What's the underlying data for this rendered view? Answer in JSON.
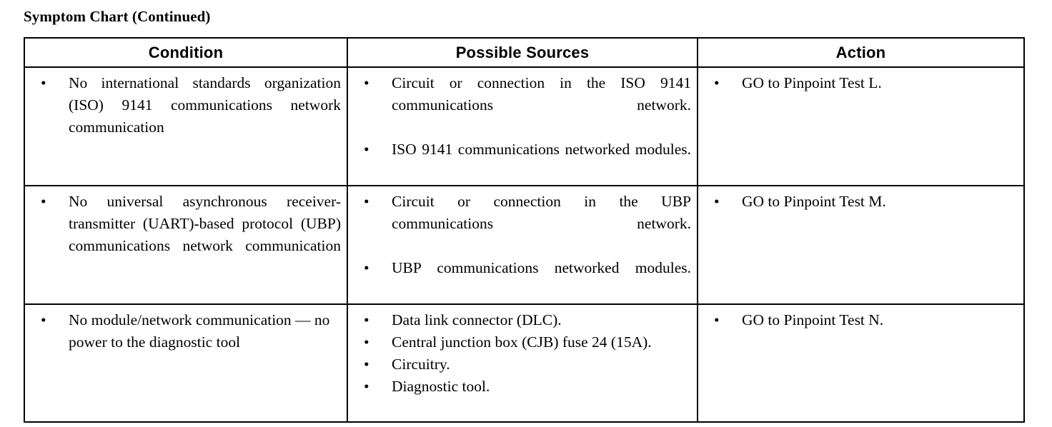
{
  "title": "Symptom Chart (Continued)",
  "table": {
    "columns": [
      "Condition",
      "Possible Sources",
      "Action"
    ],
    "rows": [
      {
        "condition": [
          "No international standards organization (ISO) 9141 communications network communication"
        ],
        "sources": [
          "Circuit or connection in the ISO 9141 communications network.",
          "ISO 9141 communications networked modules."
        ],
        "action": [
          "GO to Pinpoint Test L."
        ]
      },
      {
        "condition": [
          "No universal asynchronous receiver-transmitter (UART)-based protocol (UBP) communications network communication"
        ],
        "sources": [
          "Circuit or connection in the UBP communications network.",
          "UBP communications networked modules."
        ],
        "action": [
          "GO to Pinpoint Test M."
        ]
      },
      {
        "condition": [
          "No module/network communication — no power to the diagnostic tool"
        ],
        "sources": [
          "Data link connector (DLC).",
          "Central junction box (CJB) fuse 24 (15A).",
          "Circuitry.",
          "Diagnostic tool."
        ],
        "action": [
          "GO to Pinpoint Test N."
        ]
      }
    ]
  },
  "bullet_glyph": "•",
  "colors": {
    "border": "#000000",
    "text": "#000000",
    "background": "#ffffff"
  }
}
